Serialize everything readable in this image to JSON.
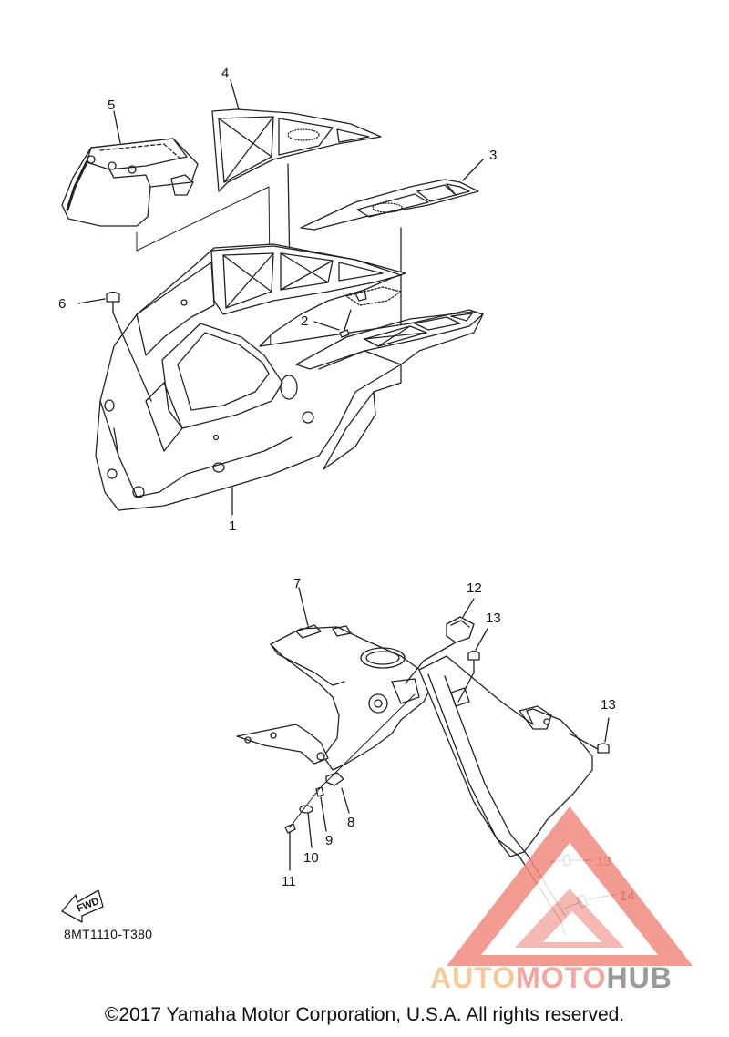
{
  "diagram": {
    "callouts": {
      "c1": "1",
      "c2": "2",
      "c3": "3",
      "c4": "4",
      "c5": "5",
      "c6": "6",
      "c7": "7",
      "c8": "8",
      "c9": "9",
      "c10": "10",
      "c11": "11",
      "c12": "12",
      "c13a": "13",
      "c13b": "13",
      "c13c": "13",
      "c14": "14"
    },
    "fwd_label": "FWD",
    "reference_code": "8MT1110-T380"
  },
  "watermark": {
    "part1": "AUTO",
    "part2": "MOTO",
    "part3": "HUB",
    "colors": {
      "auto": "#f7c99a",
      "moto": "#f3a6a0",
      "hub": "#9a9a9a",
      "triangle": "#f08a80"
    }
  },
  "footer": {
    "copyright": "©2017 Yamaha Motor Corporation, U.S.A. All rights reserved."
  }
}
